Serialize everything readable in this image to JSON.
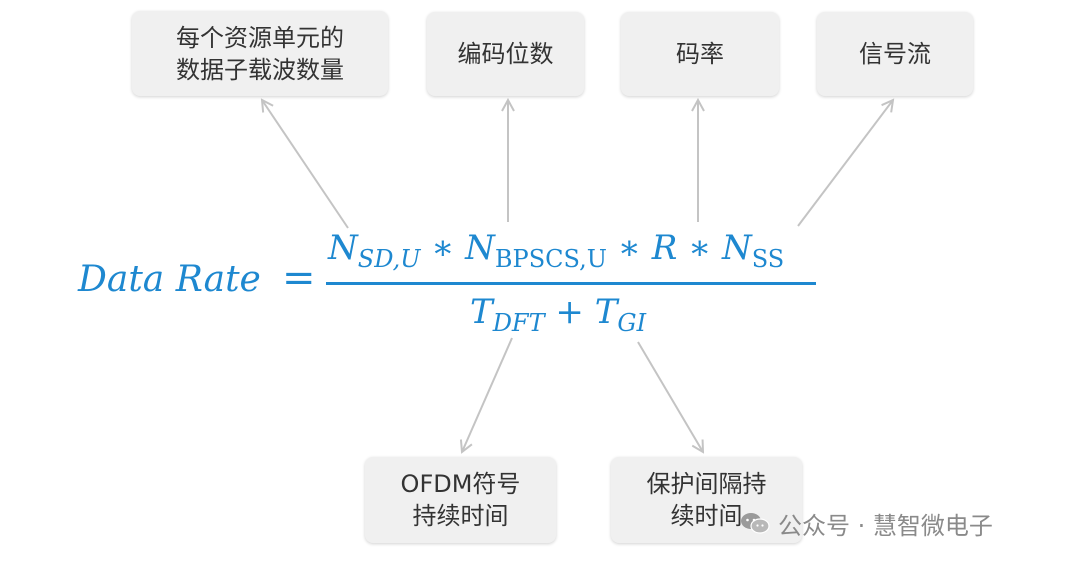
{
  "labels": {
    "subcarriers": [
      "每个资源单元的",
      "数据子载波数量"
    ],
    "bits": "编码位数",
    "rate": "码率",
    "streams": "信号流",
    "ofdm": [
      "OFDM符号",
      "持续时间"
    ],
    "gi": [
      "保护间隔持",
      "续时间"
    ]
  },
  "formula": {
    "lhs": "Data Rate",
    "eq": "=",
    "N": "N",
    "T": "T",
    "R": "R",
    "times": "∗",
    "plus": "+",
    "sub_sd": "SD,U",
    "sub_bpscs": "BPSCS,U",
    "sub_ss": "SS",
    "sub_dft": "DFT",
    "sub_gi": "GI"
  },
  "watermark": {
    "text": "公众号 · 慧智微电子",
    "icon": "wechat-icon"
  },
  "colors": {
    "formula": "#1e88d0",
    "box_bg": "#f0f0f0",
    "arrow": "#c4c4c4",
    "text": "#333333"
  }
}
